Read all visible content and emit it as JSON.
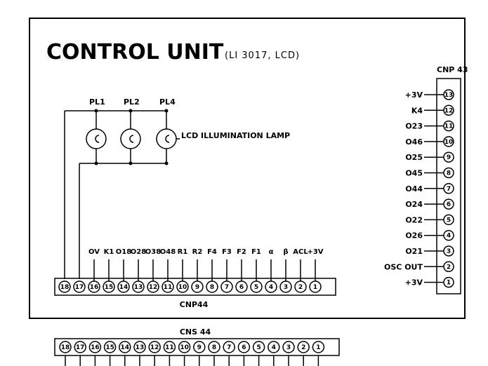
{
  "title": "CONTROL UNIT",
  "subtitle": "(LI 3017, LCD)",
  "lamps": [
    {
      "label": "PL1"
    },
    {
      "label": "PL2"
    },
    {
      "label": "PL4"
    }
  ],
  "lamp_caption": "LCD ILLUMINATION LAMP",
  "cnp43": {
    "name": "CNP 43",
    "pins": [
      {
        "num": "13",
        "label": "+3V"
      },
      {
        "num": "12",
        "label": "K4"
      },
      {
        "num": "11",
        "label": "O23"
      },
      {
        "num": "10",
        "label": "O46"
      },
      {
        "num": "9",
        "label": "O25"
      },
      {
        "num": "8",
        "label": "O45"
      },
      {
        "num": "7",
        "label": "O44"
      },
      {
        "num": "6",
        "label": "O24"
      },
      {
        "num": "5",
        "label": "O22"
      },
      {
        "num": "4",
        "label": "O26"
      },
      {
        "num": "3",
        "label": "O21"
      },
      {
        "num": "2",
        "label": "OSC OUT"
      },
      {
        "num": "1",
        "label": "+3V"
      }
    ]
  },
  "cnp44": {
    "name": "CNP44",
    "pins": [
      "18",
      "17",
      "16",
      "15",
      "14",
      "13",
      "12",
      "11",
      "10",
      "9",
      "8",
      "7",
      "6",
      "5",
      "4",
      "3",
      "2",
      "1"
    ],
    "signals": [
      "OV",
      "K1",
      "O18",
      "O28",
      "O38",
      "O48",
      "R1",
      "R2",
      "F4",
      "F3",
      "F2",
      "F1",
      "α",
      "β",
      "ACL",
      "+3V"
    ]
  },
  "cns44": {
    "name": "CNS 44",
    "pins": [
      "18",
      "17",
      "16",
      "15",
      "14",
      "13",
      "12",
      "11",
      "10",
      "9",
      "8",
      "7",
      "6",
      "5",
      "4",
      "3",
      "2",
      "1"
    ]
  }
}
